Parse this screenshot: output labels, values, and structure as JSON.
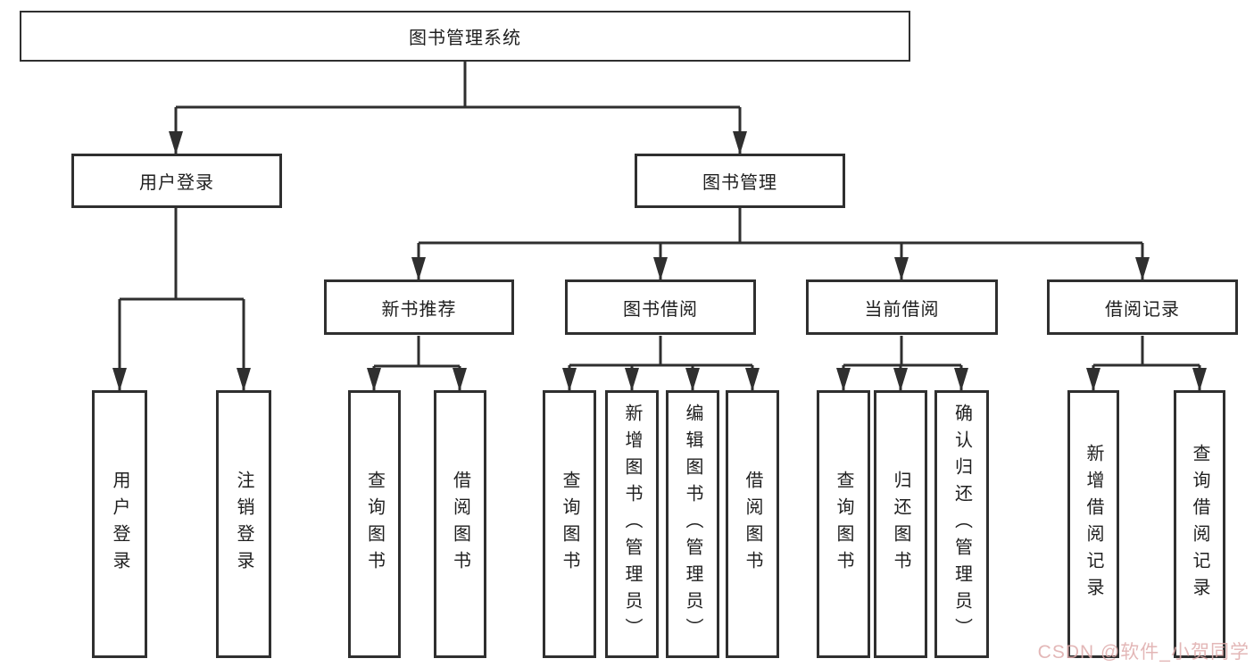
{
  "tree": {
    "label": "图书管理系统",
    "children": [
      {
        "label": "用户登录",
        "children": [
          {
            "label": "用户登录"
          },
          {
            "label": "注销登录"
          }
        ]
      },
      {
        "label": "图书管理",
        "children": [
          {
            "label": "新书推荐",
            "children": [
              {
                "label": "查询图书"
              },
              {
                "label": "借阅图书"
              }
            ]
          },
          {
            "label": "图书借阅",
            "children": [
              {
                "label": "查询图书"
              },
              {
                "label": "新增图书（管理员）"
              },
              {
                "label": "编辑图书（管理员）"
              },
              {
                "label": "借阅图书"
              }
            ]
          },
          {
            "label": "当前借阅",
            "children": [
              {
                "label": "查询图书"
              },
              {
                "label": "归还图书"
              },
              {
                "label": "确认归还（管理员）"
              }
            ]
          },
          {
            "label": "借阅记录",
            "children": [
              {
                "label": "新增借阅记录"
              },
              {
                "label": "查询借阅记录"
              }
            ]
          }
        ]
      }
    ]
  },
  "watermark": {
    "text": "CSDN @软件_小贺同学"
  },
  "colors": {
    "line": "#2f2f2f",
    "watermark_text": "#deaaaa"
  }
}
